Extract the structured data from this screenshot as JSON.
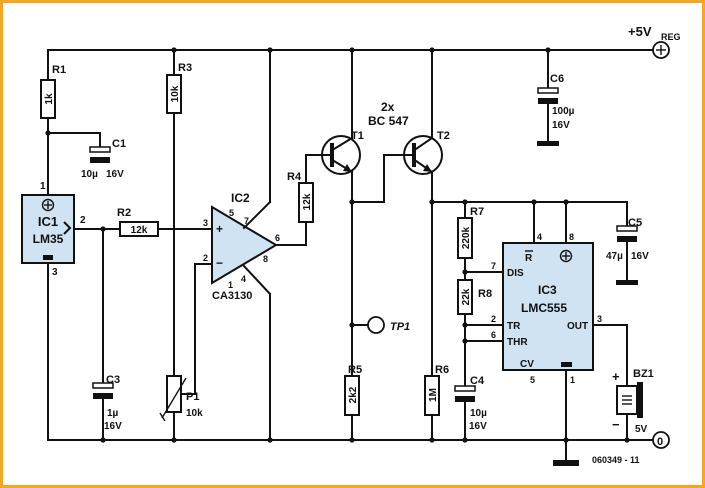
{
  "frame": {
    "border_color": "#f5a623",
    "ic_fill": "#cfe3f2"
  },
  "supply": {
    "label": "+5V",
    "subscript": "REG",
    "ground_label": "0"
  },
  "figure_code": "060349 - 11",
  "transistor_note": {
    "count": "2x",
    "type": "BC 547"
  },
  "ic1": {
    "name": "IC1",
    "part": "LM35",
    "pins": [
      "1",
      "2",
      "3"
    ]
  },
  "ic2": {
    "name": "IC2",
    "part": "CA3130",
    "pins": {
      "p3": "3",
      "p2": "2",
      "p5": "5",
      "p7": "7",
      "p6": "6",
      "p8": "8",
      "p1": "1",
      "p4": "4"
    },
    "plus": "+",
    "minus": "−"
  },
  "ic3": {
    "name": "IC3",
    "part": "LMC555",
    "pins": {
      "p4": "4",
      "p8": "8",
      "p7": "7",
      "p2": "2",
      "p6": "6",
      "p5": "5",
      "p1": "1",
      "p3": "3"
    },
    "labels": {
      "reset": "R",
      "dis": "DIS",
      "tr": "TR",
      "thr": "THR",
      "cv": "CV",
      "out": "OUT"
    }
  },
  "components": {
    "r1": {
      "ref": "R1",
      "value": "1k"
    },
    "r2": {
      "ref": "R2",
      "value": "12k"
    },
    "r3": {
      "ref": "R3",
      "value": "10k"
    },
    "r4": {
      "ref": "R4",
      "value": "12k"
    },
    "r5": {
      "ref": "R5",
      "value": "2k2"
    },
    "r6": {
      "ref": "R6",
      "value": "1M"
    },
    "r7": {
      "ref": "R7",
      "value": "220k"
    },
    "r8": {
      "ref": "R8",
      "value": "22k"
    },
    "p1": {
      "ref": "P1",
      "value": "10k"
    },
    "c1": {
      "ref": "C1",
      "value": "10µ",
      "voltage": "16V"
    },
    "c3": {
      "ref": "C3",
      "value": "1µ",
      "voltage": "16V"
    },
    "c4": {
      "ref": "C4",
      "value": "10µ",
      "voltage": "16V"
    },
    "c5": {
      "ref": "C5",
      "value": "47µ",
      "voltage": "16V"
    },
    "c6": {
      "ref": "C6",
      "value": "100µ",
      "voltage": "16V"
    },
    "t1": {
      "ref": "T1"
    },
    "t2": {
      "ref": "T2"
    },
    "bz1": {
      "ref": "BZ1",
      "value": "5V",
      "plus": "+",
      "minus": "−"
    },
    "tp1": {
      "ref": "TP1"
    }
  }
}
